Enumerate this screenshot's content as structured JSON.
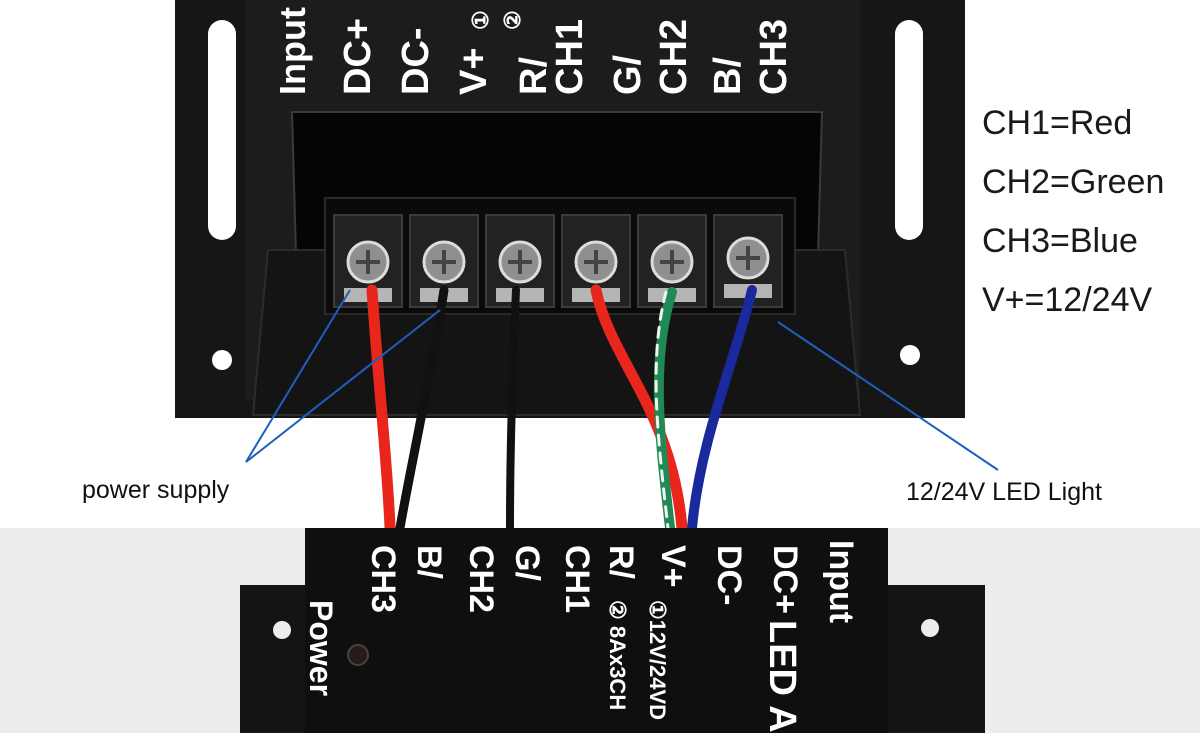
{
  "top_labels": {
    "input": "Input",
    "dc_plus": "DC+",
    "dc_minus": "DC-",
    "v_plus": "V+",
    "r": "R/",
    "ch1": "CH1",
    "g": "G/",
    "ch2": "CH2",
    "b": "B/",
    "ch3": "CH3",
    "circle1": "①",
    "circle2": "②"
  },
  "legend": [
    "CH1=Red",
    "CH2=Green",
    "CH3=Blue",
    "V+=12/24V"
  ],
  "callouts": {
    "power_supply": "power supply",
    "led_light": "12/24V LED Light"
  },
  "bottom_labels": {
    "ch3": "CH3",
    "b": "B/",
    "ch2": "CH2",
    "g": "G/",
    "ch1": "CH1",
    "r": "R/",
    "v_plus": "V+",
    "dc_minus": "DC-",
    "dc_plus": "DC+",
    "input": "Input",
    "led_amp": "LED Am",
    "spec1": "①12V/24VD",
    "spec2": "② 8Ax3CH",
    "power": "Power"
  },
  "wire_colors": {
    "red": "#e8261c",
    "black": "#111111",
    "green": "#1f8a55",
    "blue": "#1a2a9c",
    "callout_line": "#1f5fbf"
  }
}
